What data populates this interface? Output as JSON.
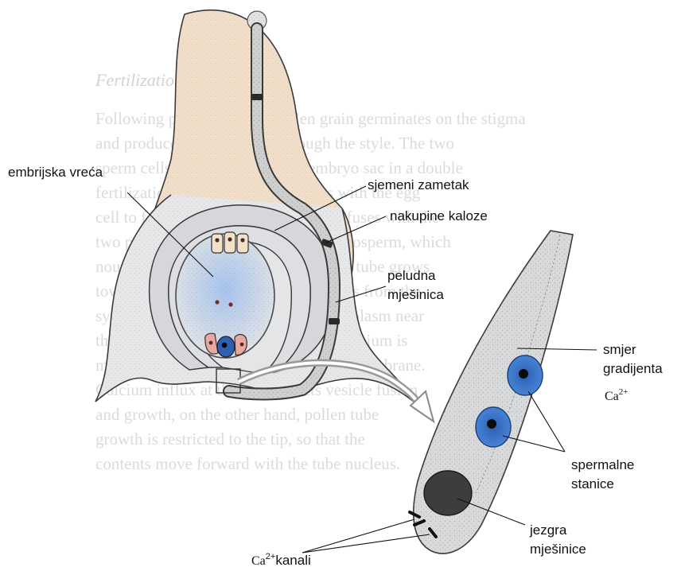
{
  "labels": {
    "embryo_sac": "embrijska vreća",
    "ovule": "sjemeni zametak",
    "callose_plugs": "nakupine kaloze",
    "pollen_tube_1": "peludna",
    "pollen_tube_2": "mješinica",
    "gradient_1": "smjer",
    "gradient_2": "gradijenta",
    "calcium_base": "Ca",
    "calcium_sup": "2+",
    "sperm_1": "spermalne",
    "sperm_2": "stanice",
    "tube_nucleus_1": "jezgra",
    "tube_nucleus_2": "mješinice",
    "channels_base": "Ca",
    "channels_sup": "2+",
    "channels_word": "kanali"
  },
  "background_text": {
    "heading": "Fertilization",
    "lines": [
      "Following pollination, the pollen grain germinates on the stigma",
      "and produces a pollen tube through the style. The two",
      "sperm cells are delivered to the embryo sac in a double",
      "fertilization event. One sperm fuses with the egg",
      "cell to form the zygote, and the other fuses with the",
      "two polar nuclei to give rise to the endosperm, which",
      "nourishes the developing embryo. The tube grows",
      "toward the micropyle guided by signals from the",
      "synergids. Callose plugs keep the cytoplasm near",
      "the growing tip, where a gradient of calcium is",
      "maintained by channels in the plasma membrane.",
      "Calcium influx at the apex directs vesicle fusion",
      "and growth, on the other hand, pollen tube",
      "growth is restricted to the tip, so that the",
      "contents move forward with the tube nucleus."
    ]
  },
  "colors": {
    "ovary_wall": "#f1dec9",
    "tissue_gray": "#d7d8da",
    "tissue_light": "#e8e9ea",
    "outline": "#3a3a3a",
    "embryo_sac_blue": "#a9c6ee",
    "sperm_blue": "#3a6fc4",
    "synergid_pink": "#e8a7a0",
    "antipodal_peach": "#f3e0c8",
    "tube_nucleus_dark": "#3d3d3d",
    "callose_dark": "#2a2a2a"
  }
}
